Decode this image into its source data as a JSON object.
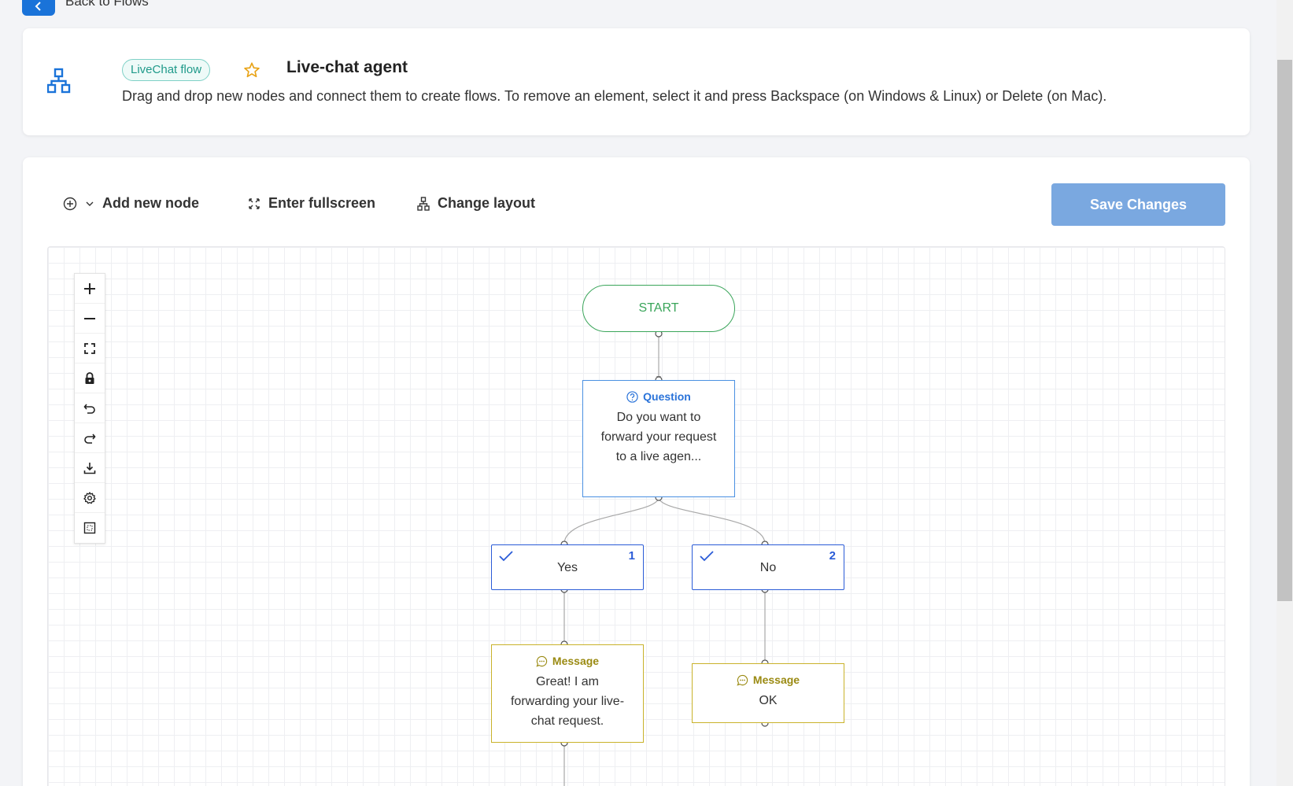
{
  "nav": {
    "back_label": "Back to Flows"
  },
  "header": {
    "badge": "LiveChat flow",
    "title": "Live-chat agent",
    "description": "Drag and drop new nodes and connect them to create flows. To remove an element, select it and press Backspace (on Windows & Linux) or Delete (on Mac)."
  },
  "toolbar": {
    "add_node": "Add new node",
    "fullscreen": "Enter fullscreen",
    "change_layout": "Change layout",
    "save": "Save Changes"
  },
  "canvas_controls": [
    "zoom-in",
    "zoom-out",
    "fit-view",
    "lock",
    "undo",
    "redo",
    "download",
    "settings",
    "minimap"
  ],
  "nodes": {
    "start": {
      "label": "START"
    },
    "question": {
      "type": "Question",
      "text": "Do you want to forward your request to a live agen..."
    },
    "answer_yes": {
      "label": "Yes",
      "number": "1"
    },
    "answer_no": {
      "label": "No",
      "number": "2"
    },
    "message_yes": {
      "type": "Message",
      "text": "Great! I am forwarding your live-chat request."
    },
    "message_no": {
      "type": "Message",
      "text": "OK"
    }
  },
  "colors": {
    "primary": "#1a73d9",
    "save_disabled": "#7aa8e0",
    "start": "#3aa55a",
    "question": "#4a90e2",
    "answer": "#2a5bd7",
    "message": "#c9b22a",
    "badge": "#1f9a8a",
    "star": "#e8a317"
  }
}
